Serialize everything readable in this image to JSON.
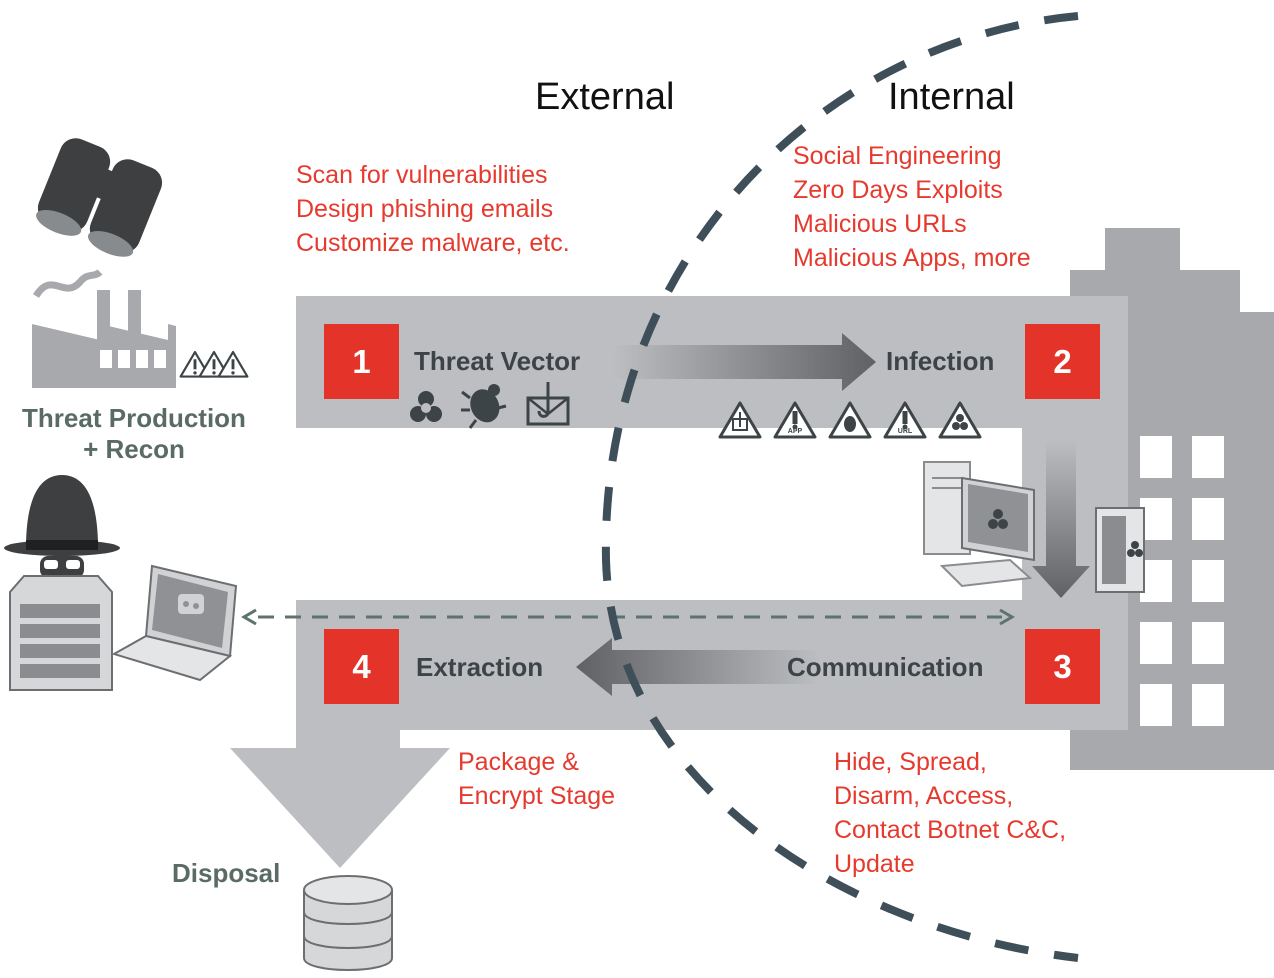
{
  "zones": {
    "external": "External",
    "internal": "Internal"
  },
  "left_labels": {
    "threat_production": "Threat Production\n+ Recon",
    "disposal": "Disposal"
  },
  "external_notes": "Scan for vulnerabilities\nDesign phishing emails\nCustomize malware, etc.",
  "internal_notes": "Social Engineering\nZero Days Exploits\nMalicious URLs\nMalicious Apps, more",
  "package_notes": "Package &\nEncrypt Stage",
  "communication_notes": "Hide, Spread,\nDisarm, Access,\nContact Botnet C&C,\nUpdate",
  "steps": [
    {
      "number": "1",
      "label": "Threat Vector"
    },
    {
      "number": "2",
      "label": "Infection"
    },
    {
      "number": "3",
      "label": "Communication"
    },
    {
      "number": "4",
      "label": "Extraction"
    }
  ],
  "warning_badges": {
    "app": "APP",
    "url": "URL"
  },
  "icons": [
    "binoculars-icon",
    "factory-icon",
    "warning-icon",
    "biohazard-icon",
    "bug-icon",
    "phishing-envelope-icon",
    "hacker-icon",
    "server-icon",
    "laptop-robot-icon",
    "desktop-computer-icon",
    "office-building-icon",
    "database-icon"
  ],
  "colors": {
    "accent_red": "#e4342a",
    "note_red": "#e63a2e",
    "band_grey": "#bcbec1",
    "building_grey": "#a7a9ac",
    "dash_blue": "#3f4f5a",
    "label_green": "#5a6b66"
  }
}
